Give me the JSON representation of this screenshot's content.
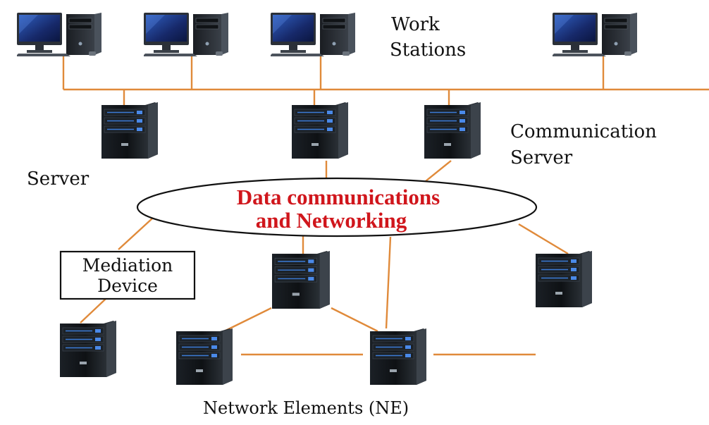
{
  "labels": {
    "workstations_line1": "Work",
    "workstations_line2": "Stations",
    "communication_line1": "Communication",
    "communication_line2": "Server",
    "server": "Server",
    "center_line1": "Data communications",
    "center_line2": "and Networking",
    "mediation_line1": "Mediation",
    "mediation_line2": "Device",
    "network_elements": "Network Elements (NE)"
  },
  "colors": {
    "link": "#e08a3a",
    "center_text": "#d0161c",
    "server_body": "#111418",
    "server_bezel": "#2a3138",
    "led_blue": "#3b7bd6",
    "monitor_screen": "#1f3e8c"
  },
  "icons": {
    "workstation": "desktop-computer-icon",
    "server": "tower-server-icon"
  }
}
